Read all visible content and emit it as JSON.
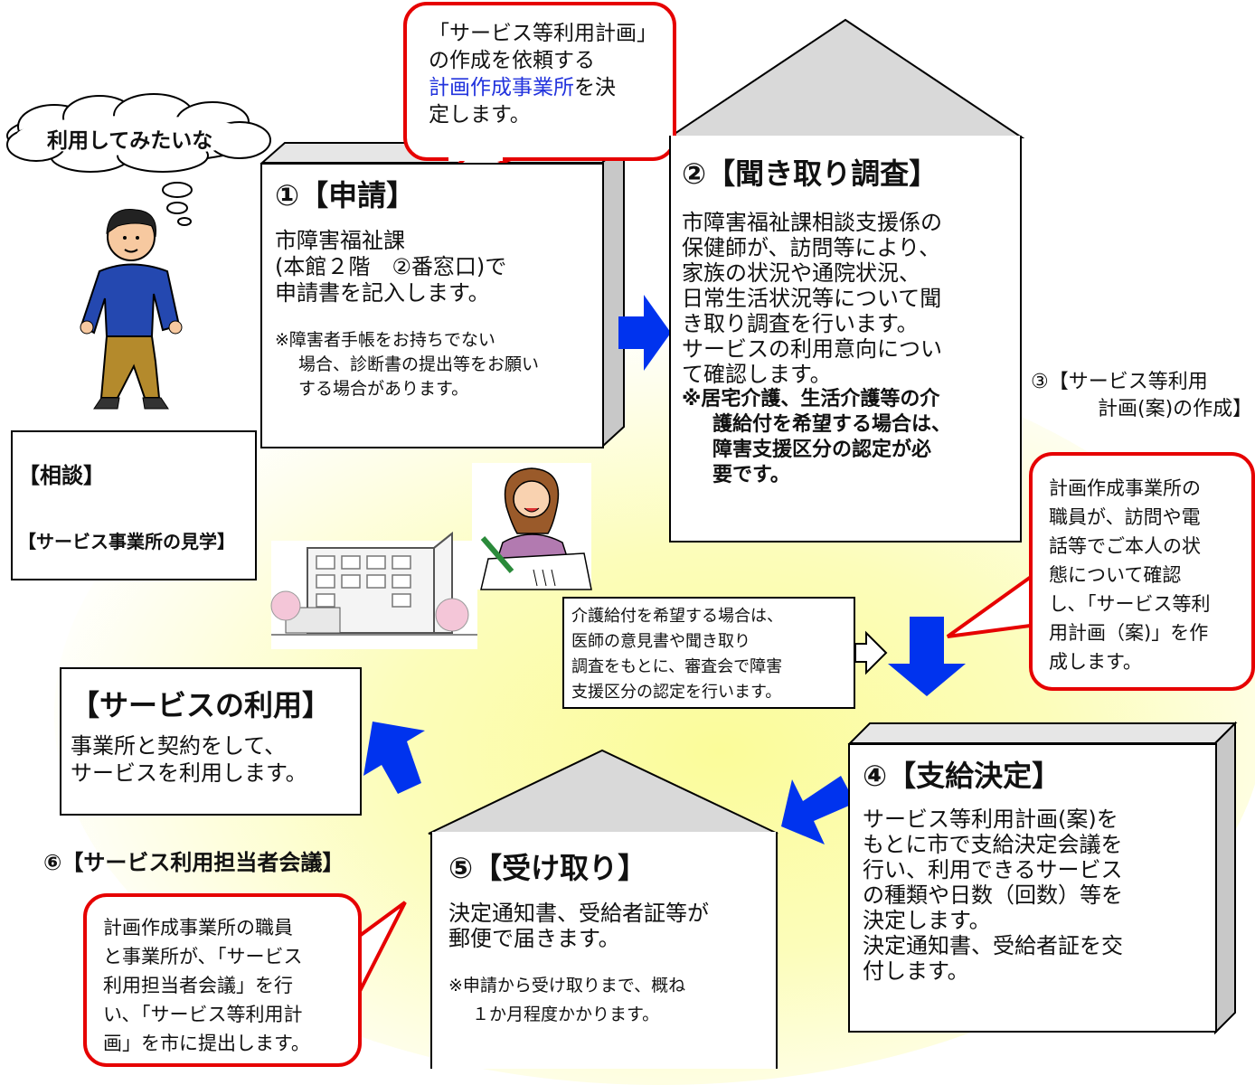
{
  "thought_bubble": {
    "text": "利用してみたいな"
  },
  "top_callout": {
    "line1": "「サービス等利用計画」",
    "line2": "の作成を依頼する",
    "line3_highlight": "計画作成事業所",
    "line3_rest": "を決",
    "line4": "定します。"
  },
  "step1": {
    "title": "①【申請】",
    "lines": [
      "市障害福祉課",
      "(本館２階　②番窓口)で",
      "申請書を記入します。"
    ],
    "note_lines": [
      "※障害者手帳をお持ちでない",
      "場合、診断書の提出等をお願い",
      "する場合があります。"
    ]
  },
  "step2": {
    "title": "②【聞き取り調査】",
    "lines": [
      "市障害福祉課相談支援係の",
      "保健師が、訪問等により、",
      "家族の状況や通院状況、",
      "日常生活状況等について聞",
      "き取り調査を行います。",
      "サービスの利用意向につい",
      "て確認します。"
    ],
    "bold_lines": [
      "※居宅介護、生活介護等の介",
      "護給付を希望する場合は、",
      "障害支援区分の認定が必",
      "要です。"
    ]
  },
  "consult": {
    "title": "【相談】",
    "subtitle": "【サービス事業所の見学】"
  },
  "step3": {
    "title_line1": "③【サービス等利用",
    "title_line2": "計画(案)の作成】",
    "bubble_lines": [
      "計画作成事業所の",
      "職員が、訪問や電",
      "話等でご本人の状",
      "態について確認",
      "し､「サービス等利",
      "用計画（案)」を作",
      "成します。"
    ]
  },
  "care_note": {
    "lines": [
      "介護給付を希望する場合は、",
      "医師の意見書や聞き取り",
      "調査をもとに、審査会で障害",
      "支援区分の認定を行います。"
    ]
  },
  "service_use": {
    "title": "【サービスの利用】",
    "lines": [
      "事業所と契約をして、",
      "サービスを利用します。"
    ]
  },
  "step4": {
    "title": "④【支給決定】",
    "lines": [
      "サービス等利用計画(案)を",
      "もとに市で支給決定会議を",
      "行い、利用できるサービス",
      "の種類や日数（回数）等を",
      "決定します。",
      "決定通知書、受給者証を交",
      "付します。"
    ]
  },
  "step5": {
    "title": "⑤【受け取り】",
    "lines": [
      "決定通知書、受給者証等が",
      "郵便で届きます。"
    ],
    "note_lines": [
      "※申請から受け取りまで、概ね",
      "１か月程度かかります。"
    ]
  },
  "step6": {
    "title": "⑥【サービス利用担当者会議】",
    "bubble_lines": [
      "計画作成事業所の職員",
      "と事業所が､「サービス",
      "利用担当者会議」を行",
      "い､「サービス等利用計",
      "画」を市に提出します。"
    ]
  },
  "colors": {
    "arrow": "#0033ee",
    "callout_border": "#e60000",
    "highlight_text": "#2233dd",
    "glow": "#fbfc9a",
    "side_gray": "#cccccc"
  }
}
